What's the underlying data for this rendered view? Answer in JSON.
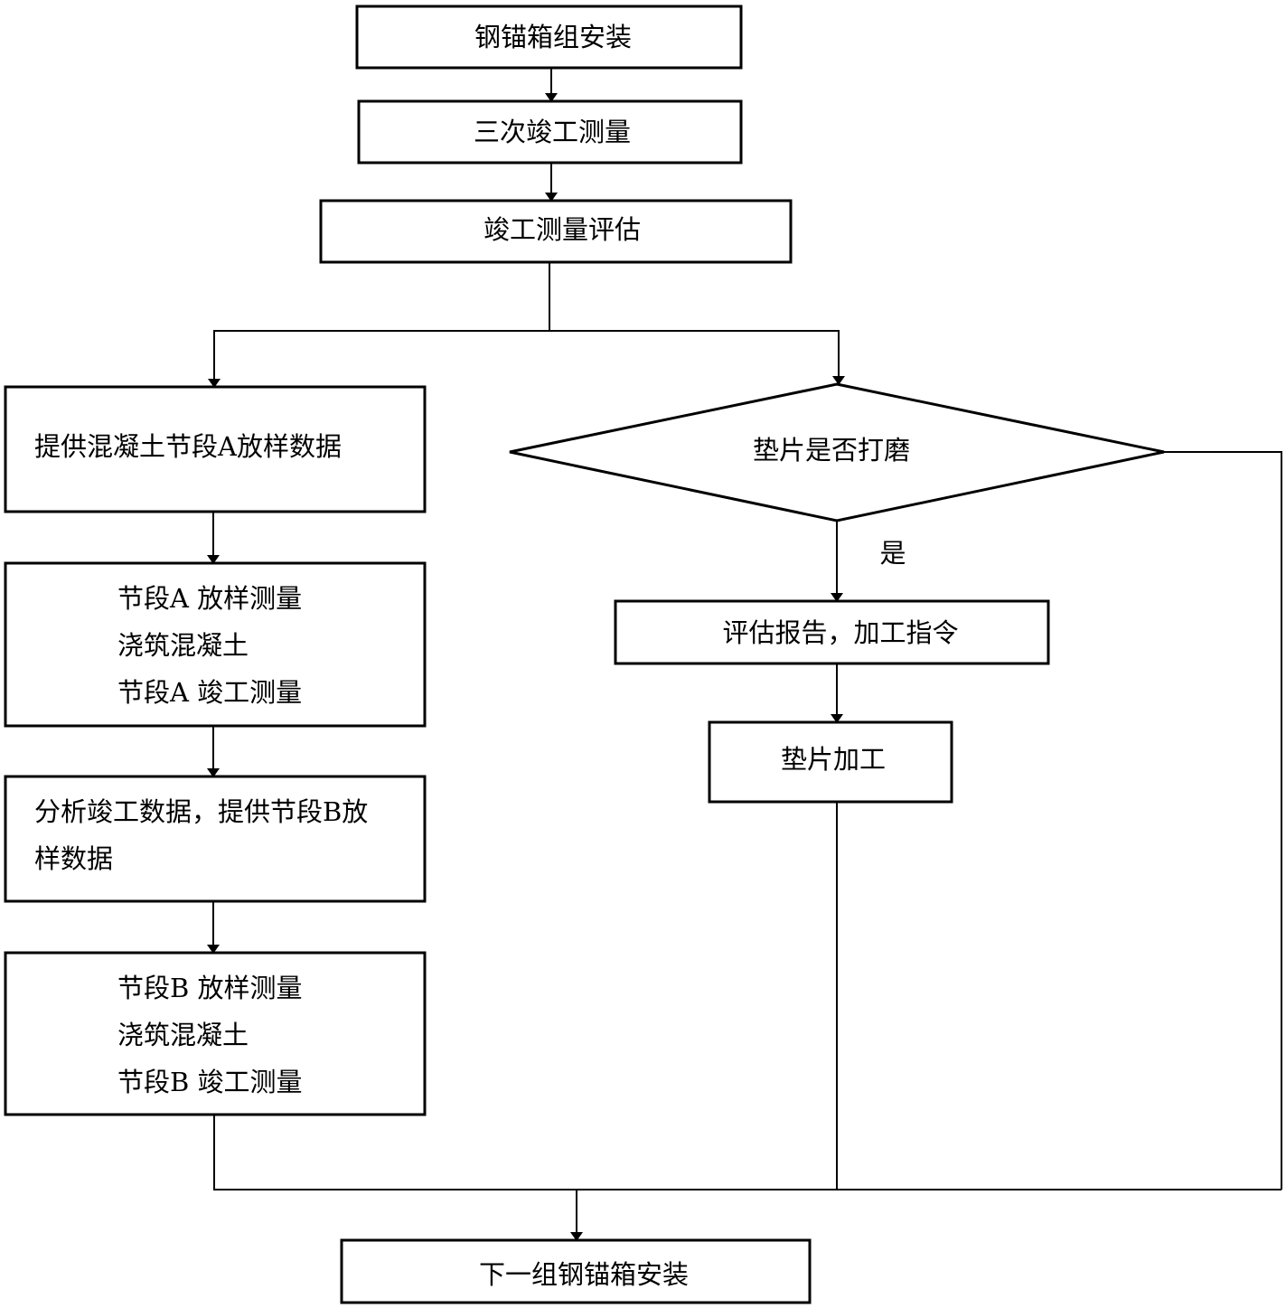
{
  "nodes": {
    "n1": "钢锚箱组安装",
    "n2": "三次竣工测量",
    "n3": "竣工测量评估",
    "n4": "提供混凝土节段A放样数据",
    "n5": [
      "节段A 放样测量",
      "浇筑混凝土",
      "节段A 竣工测量"
    ],
    "n6": [
      "分析竣工数据，提供节段B放",
      "样数据"
    ],
    "n7": [
      "节段B 放样测量",
      "浇筑混凝土",
      "节段B 竣工测量"
    ],
    "decision": "垫片是否打磨",
    "n8": "评估报告，加工指令",
    "n9": "垫片加工",
    "n10": "下一组钢锚箱安装"
  },
  "edge_labels": {
    "yes": "是"
  }
}
